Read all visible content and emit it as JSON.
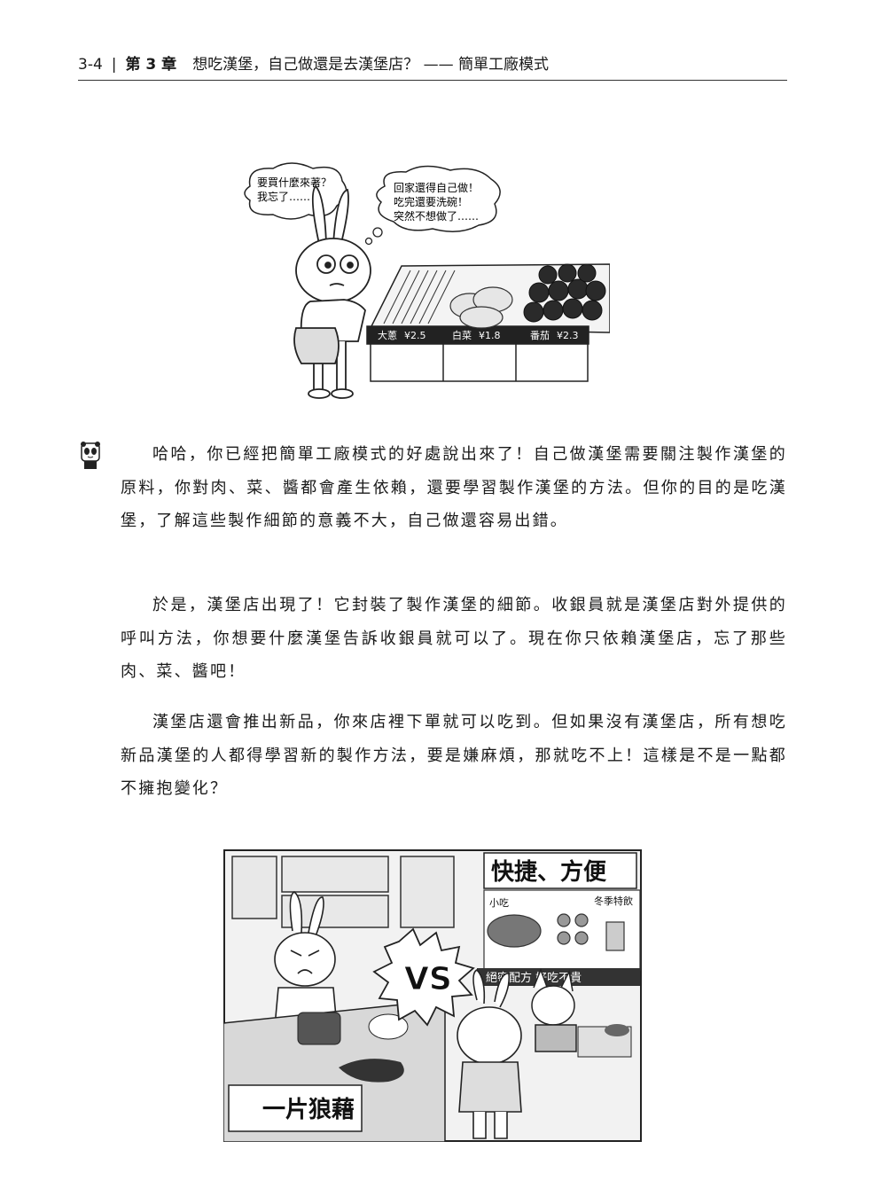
{
  "header": {
    "page_number": "3-4",
    "separator": "|",
    "chapter": "第 3 章",
    "title": "想吃漢堡，自己做還是去漢堡店？ —— 簡單工廠模式"
  },
  "illustration_top": {
    "bubble_left": [
      "要買什麼來著？",
      "我忘了……"
    ],
    "bubble_right": [
      "回家還得自己做！",
      "吃完還要洗碗！",
      "突然不想做了……"
    ],
    "price_tags": [
      {
        "name": "大蔥",
        "price": "¥2.5"
      },
      {
        "name": "白菜",
        "price": "¥1.8"
      },
      {
        "name": "番茄",
        "price": "¥2.3"
      }
    ]
  },
  "paragraphs": [
    "哈哈，你已經把簡單工廠模式的好處說出來了！自己做漢堡需要關注製作漢堡的原料，你對肉、菜、醬都會產生依賴，還要學習製作漢堡的方法。但你的目的是吃漢堡，了解這些製作細節的意義不大，自己做還容易出錯。",
    "於是，漢堡店出現了！它封裝了製作漢堡的細節。收銀員就是漢堡店對外提供的呼叫方法，你想要什麼漢堡告訴收銀員就可以了。現在你只依賴漢堡店，忘了那些肉、菜、醬吧！",
    "漢堡店還會推出新品，你來店裡下單就可以吃到。但如果沒有漢堡店，所有想吃新品漢堡的人都得學習新的製作方法，要是嫌麻煩，那就吃不上！這樣是不是一點都不擁抱變化？"
  ],
  "illustration_bottom": {
    "label_right": "快捷、方便",
    "label_left": "一片狼藉",
    "vs": "VS",
    "menu": {
      "snack": "小吃",
      "seasonal": "冬季特飲"
    },
    "banner": "絕密配方 好吃不貴"
  }
}
